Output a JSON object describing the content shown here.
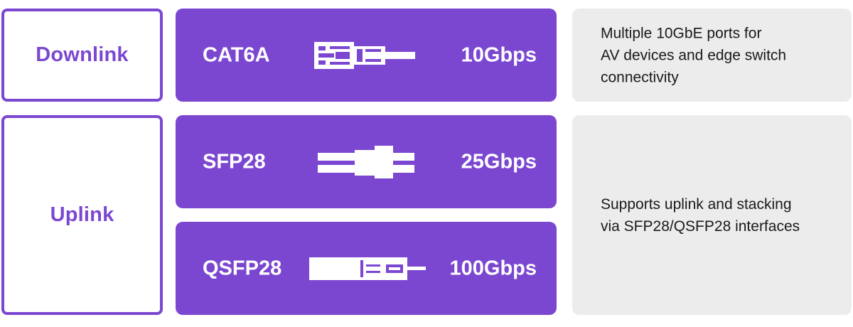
{
  "colors": {
    "accent": "#7b47d1",
    "panel": "#ececec",
    "connector": "#ffffff"
  },
  "groups": [
    {
      "label": "Downlink",
      "description": [
        "Multiple 10GbE ports for",
        "AV devices and edge switch",
        "connectivity"
      ],
      "ports": [
        {
          "name": "CAT6A",
          "speed": "10Gbps",
          "icon": "rj45-connector-icon"
        }
      ]
    },
    {
      "label": "Uplink",
      "description": [
        "Supports uplink and stacking",
        "via SFP28/QSFP28 interfaces"
      ],
      "ports": [
        {
          "name": "SFP28",
          "speed": "25Gbps",
          "icon": "sfp28-transceiver-icon"
        },
        {
          "name": "QSFP28",
          "speed": "100Gbps",
          "icon": "qsfp28-transceiver-icon"
        }
      ]
    }
  ]
}
